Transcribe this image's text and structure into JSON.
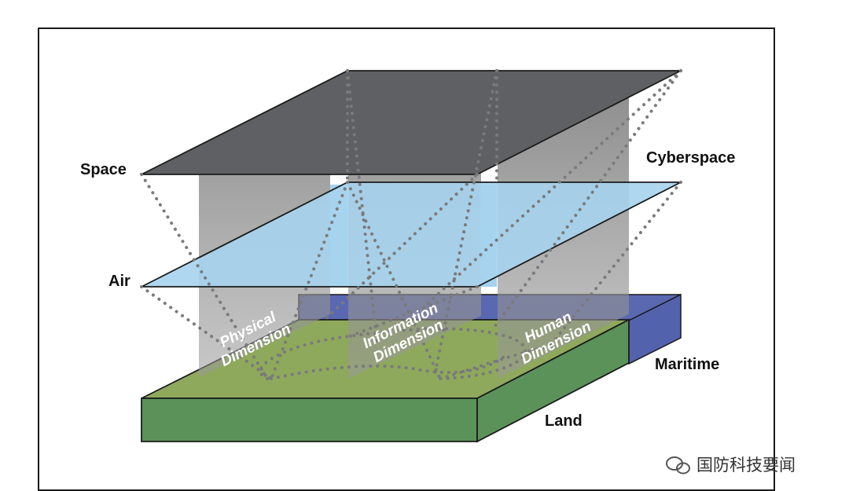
{
  "labels": {
    "space": "Space",
    "air": "Air",
    "cyberspace": "Cyberspace",
    "maritime": "Maritime",
    "land": "Land"
  },
  "dimensions": [
    {
      "line1": "Physical",
      "line2": "Dimension"
    },
    {
      "line1": "Information",
      "line2": "Dimension"
    },
    {
      "line1": "Human",
      "line2": "Dimension"
    }
  ],
  "watermark": "国防科技要闻",
  "colors": {
    "space": "#5f6064",
    "air": "#a6d4ee",
    "land_top": "#8fa95c",
    "land_front": "#5b925a",
    "maritime": "#5362ad",
    "panel": "#8c8c8c"
  }
}
